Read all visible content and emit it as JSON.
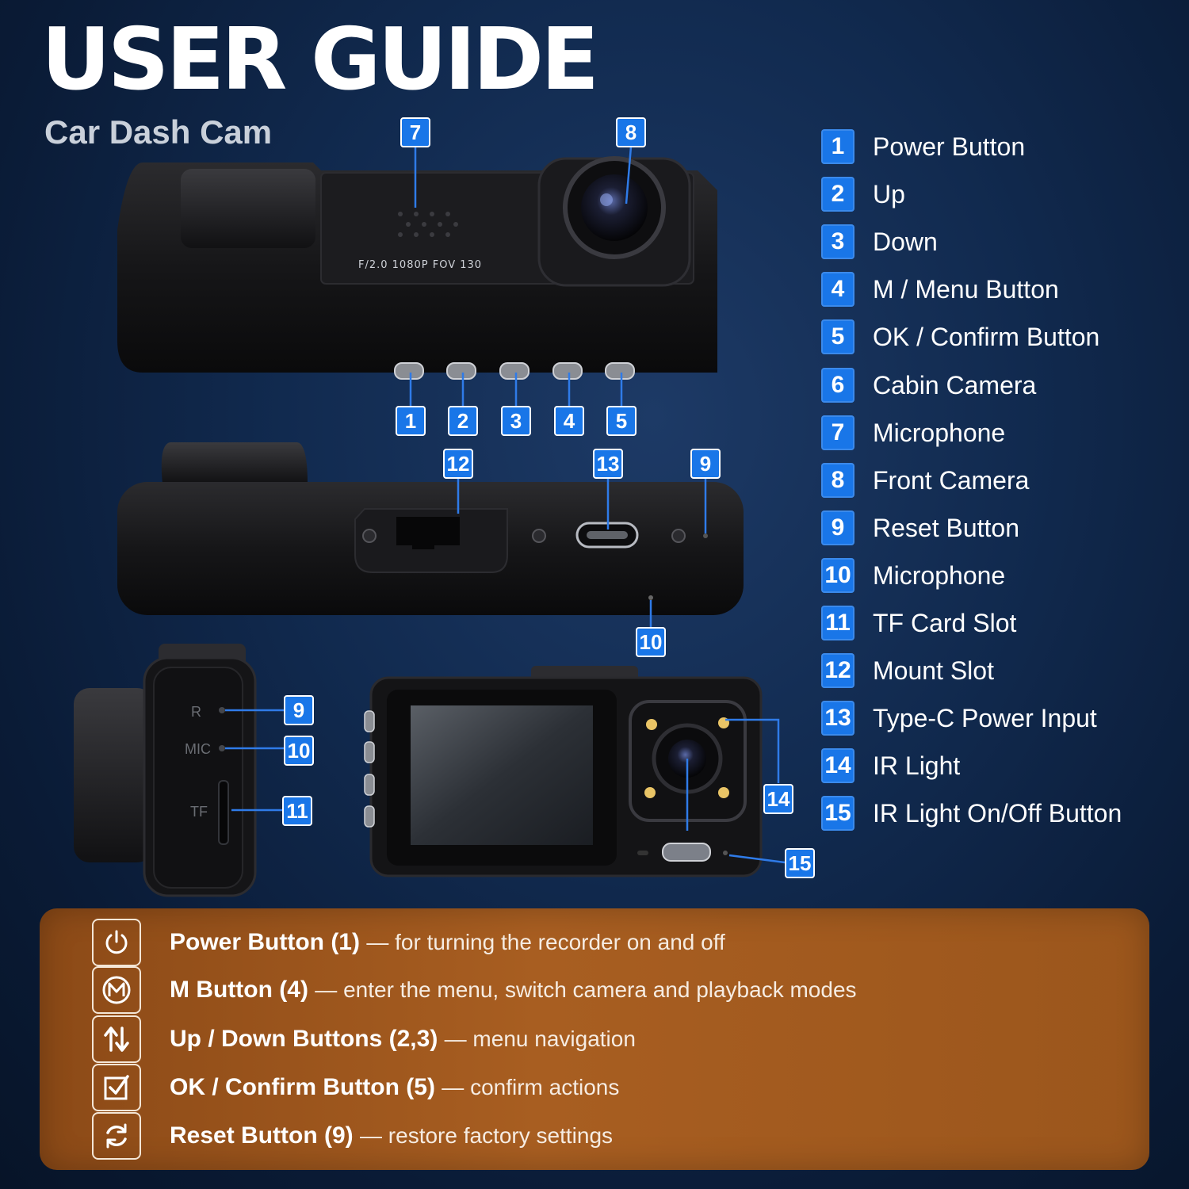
{
  "header": {
    "title": "USER GUIDE",
    "subtitle": "Car Dash Cam"
  },
  "device": {
    "lens_text": "F/2.0 1080P FOV 130",
    "side_labels": {
      "reset": "R",
      "mic": "MIC",
      "tf": "TF"
    }
  },
  "callouts": {
    "c1": "1",
    "c2": "2",
    "c3": "3",
    "c4": "4",
    "c5": "5",
    "c7": "7",
    "c8": "8",
    "c9a": "9",
    "c9b": "9",
    "c10a": "10",
    "c10b": "10",
    "c11": "11",
    "c12": "12",
    "c13": "13",
    "c14": "14",
    "c15": "15"
  },
  "legend": [
    {
      "num": "1",
      "label": "Power Button"
    },
    {
      "num": "2",
      "label": "Up"
    },
    {
      "num": "3",
      "label": "Down"
    },
    {
      "num": "4",
      "label": "M / Menu Button"
    },
    {
      "num": "5",
      "label": "OK / Confirm Button"
    },
    {
      "num": "6",
      "label": "Cabin Camera"
    },
    {
      "num": "7",
      "label": "Microphone"
    },
    {
      "num": "8",
      "label": "Front Camera"
    },
    {
      "num": "9",
      "label": "Reset Button"
    },
    {
      "num": "10",
      "label": "Microphone"
    },
    {
      "num": "11",
      "label": "TF Card Slot"
    },
    {
      "num": "12",
      "label": "Mount Slot"
    },
    {
      "num": "13",
      "label": "Type-C Power Input"
    },
    {
      "num": "14",
      "label": "IR Light"
    },
    {
      "num": "15",
      "label": "IR Light On/Off Button"
    }
  ],
  "functions": [
    {
      "icon": "power-icon",
      "name": "Power Button (1)",
      "desc": "— for turning the recorder on and off"
    },
    {
      "icon": "menu-m-icon",
      "name": "M Button (4)",
      "desc": "— enter the menu, switch camera and playback modes"
    },
    {
      "icon": "up-down-arrows-icon",
      "name": "Up / Down Buttons (2,3)",
      "desc": "— menu navigation"
    },
    {
      "icon": "checkbox-icon",
      "name": "OK / Confirm Button (5)",
      "desc": "— confirm actions"
    },
    {
      "icon": "reset-icon",
      "name": "Reset Button (9)",
      "desc": "— restore factory settings"
    }
  ],
  "colors": {
    "badge_blue": "#1976e8",
    "panel_orange": "#a85e21",
    "background_navy": "#112a4f"
  }
}
